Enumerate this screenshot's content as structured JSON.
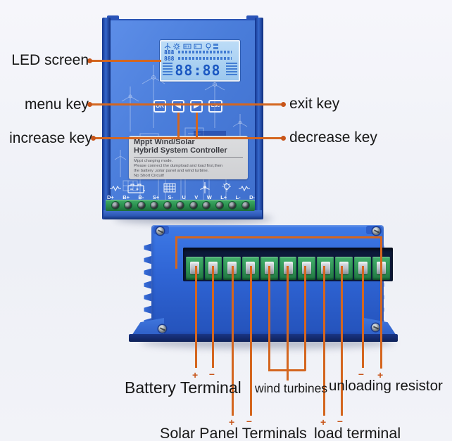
{
  "annotations": {
    "front": {
      "led_screen": "LED screen",
      "menu_key": "menu key",
      "increase_key": "increase key",
      "exit_key": "exit key",
      "decrease_key": "decrease key"
    },
    "back": {
      "battery": "Battery Terminal",
      "wind": "wind turbines",
      "unloading": "unloading resistor",
      "solar": "Solar Panel Terminals",
      "load": "load terminal"
    },
    "marks": {
      "plus": "+",
      "minus": "–"
    },
    "line_color": "#d4661f",
    "dot_color": "#c8551a"
  },
  "front_device": {
    "buttons": [
      {
        "id": "ok",
        "label": "OK"
      },
      {
        "id": "left",
        "label": "◀"
      },
      {
        "id": "right",
        "label": "▶"
      },
      {
        "id": "esc",
        "label": "Esc"
      }
    ],
    "lcd": {
      "big": "88:88",
      "small_top": "888",
      "small_bottom": "888"
    },
    "sticker": {
      "title_line1": "Mppt Wind/Solar",
      "title_line2": "Hybrid System Controller",
      "body_lines": [
        "Mppt charging mode.",
        "Please connect the dumpload and load first,then",
        "the battery ,solar panel and wind turbine.",
        "No Short Circuit!"
      ]
    },
    "terminal_labels": [
      "D+",
      "B+",
      "B-",
      "S+",
      "S-",
      "U",
      "V",
      "W",
      "L+",
      "L-",
      "D-"
    ]
  },
  "colors": {
    "device_front_blue": "#4a7dda",
    "device_back_blue": "#2f64d4",
    "terminal_green": "#2f9455",
    "lcd_background": "#aed2f2",
    "lcd_segment": "#1b58c2",
    "sticker_gray": "#d5d6d8"
  }
}
